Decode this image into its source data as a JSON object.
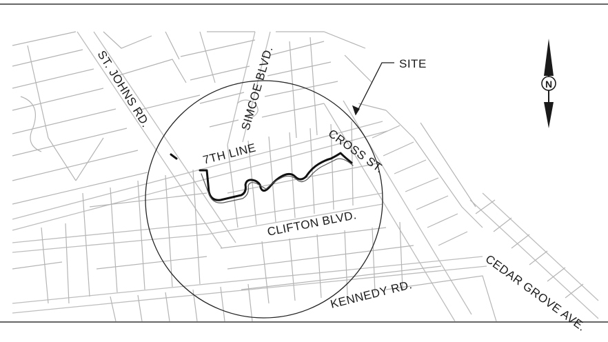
{
  "map": {
    "streets": [
      {
        "key": "st_johns",
        "label": "ST. JOHNS RD."
      },
      {
        "key": "simcoe",
        "label": "SIMCOE BLVD."
      },
      {
        "key": "seventh_line",
        "label": "7TH LINE"
      },
      {
        "key": "cross_st",
        "label": "CROSS ST."
      },
      {
        "key": "clifton",
        "label": "CLIFTON BLVD."
      },
      {
        "key": "kennedy",
        "label": "KENNEDY RD."
      },
      {
        "key": "cedar_grove",
        "label": "CEDAR GROVE AVE."
      }
    ],
    "site_label": "SITE",
    "north_label": "N",
    "colors": {
      "background": "#ffffff",
      "linework": "#bdbdbd",
      "ink": "#1a1a1a",
      "frame": "#333333"
    }
  }
}
